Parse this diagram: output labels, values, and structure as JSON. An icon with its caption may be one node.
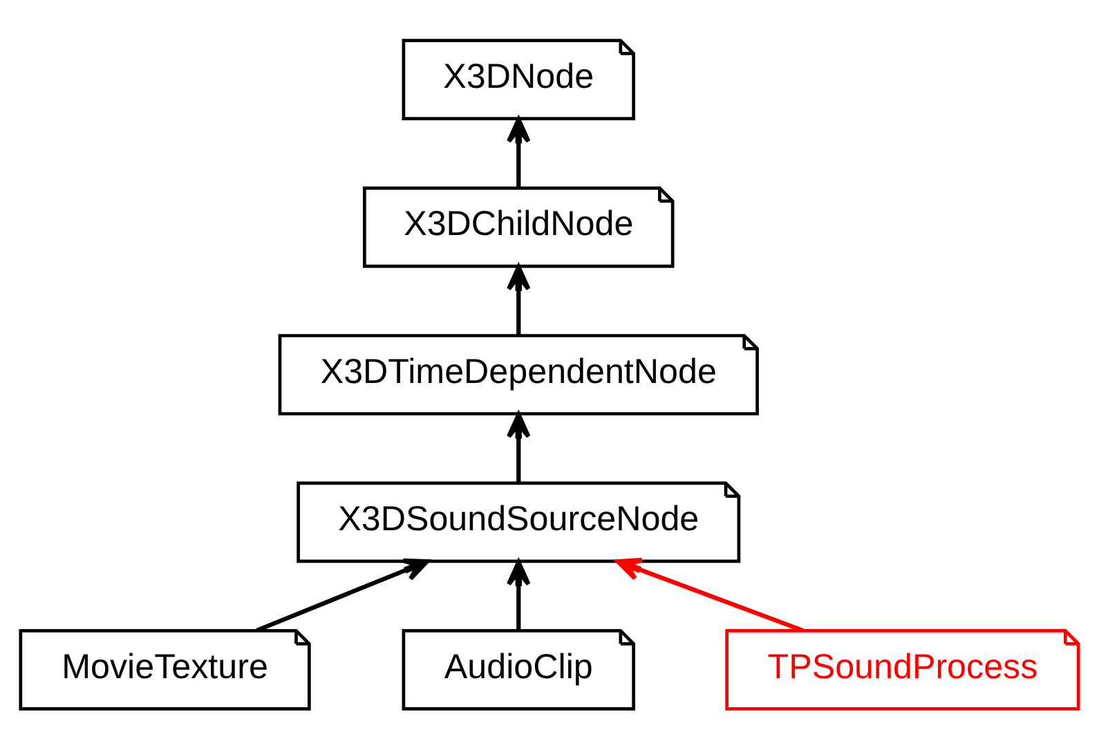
{
  "diagram": {
    "nodes": [
      {
        "text": [
          "X3DNode"
        ]
      },
      {
        "text": [
          "X3DChildNode"
        ]
      },
      {
        "text": [
          "X3DTimeDependentNode"
        ]
      },
      {
        "text": [
          "X3DSoundSourceNode"
        ]
      },
      {
        "text": [
          "MovieTexture"
        ]
      },
      {
        "text": [
          "AudioClip"
        ]
      },
      {
        "text": [
          "TPSoundProcess"
        ]
      }
    ],
    "edges": [
      {
        "from": 1,
        "to": 0,
        "arrow": "to"
      },
      {
        "from": 2,
        "to": 1,
        "arrow": "to"
      },
      {
        "from": 3,
        "to": 2,
        "arrow": "to"
      },
      {
        "from": 4,
        "to": 3,
        "arrow": "to"
      },
      {
        "from": 5,
        "to": 3,
        "arrow": "to"
      },
      {
        "from": 6,
        "to": 3,
        "arrow": "to",
        "color": "#ff0000"
      }
    ]
  }
}
